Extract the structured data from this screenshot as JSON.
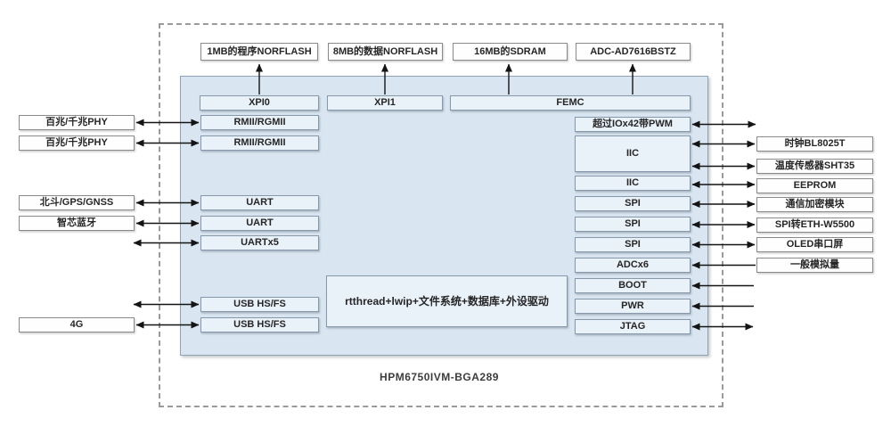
{
  "diagram": {
    "chip_label": "HPM6750IVM-BGA289",
    "core_label": "rtthread+lwip+文件系统+数据库+外设驱动"
  },
  "memory_row": [
    "1MB的程序NORFLASH",
    "8MB的数据NORFLASH",
    "16MB的SDRAM",
    "ADC-AD7616BSTZ"
  ],
  "bus_row": [
    "XPI0",
    "XPI1",
    "FEMC"
  ],
  "left_ports": [
    "RMII/RGMII",
    "RMII/RGMII",
    "UART",
    "UART",
    "UARTx5",
    "USB HS/FS",
    "USB HS/FS"
  ],
  "right_ports": [
    "超过IOx42带PWM",
    "IIC",
    "IIC",
    "SPI",
    "SPI",
    "SPI",
    "ADCx6",
    "BOOT",
    "PWR",
    "JTAG"
  ],
  "left_devices": [
    "百兆/千兆PHY",
    "百兆/千兆PHY",
    "北斗/GPS/GNSS",
    "智芯蓝牙",
    "4G"
  ],
  "right_devices": [
    "时钟BL8025T",
    "温度传感器SHT35",
    "EEPROM",
    "通信加密模块",
    "SPI转ETH-W5500",
    "OLED串口屏",
    "一般模拟量"
  ],
  "colors": {
    "soc_fill": "#d9e6f2",
    "port_fill": "#e9f1f9",
    "device_fill": "#fefefe",
    "line": "#141414",
    "dashed_border": "#9a9a9a"
  }
}
